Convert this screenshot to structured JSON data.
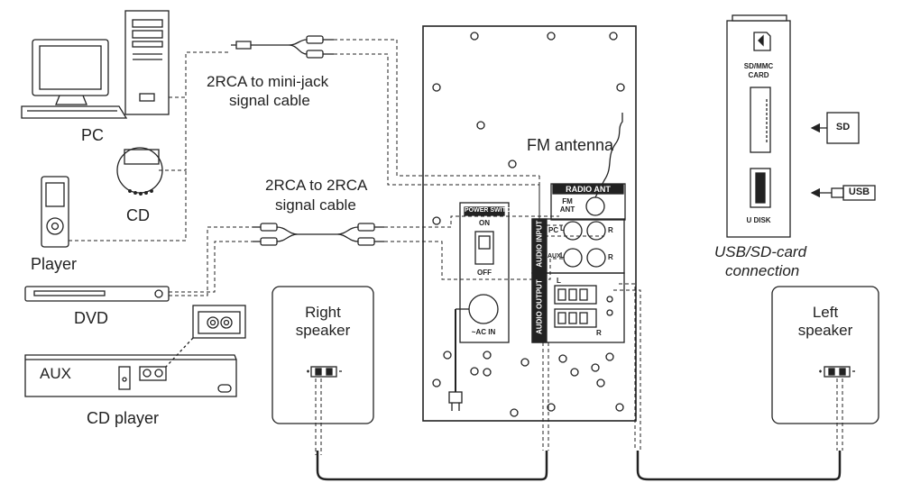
{
  "labels": {
    "pc": "PC",
    "cd": "CD",
    "player": "Player",
    "dvd": "DVD",
    "cd_player": "CD player",
    "aux": "AUX",
    "cable_mini_1": "2RCA to mini-jack",
    "cable_mini_2": "signal cable",
    "cable_rca_1": "2RCA to 2RCA",
    "cable_rca_2": "signal cable",
    "fm_antenna": "FM antenna",
    "radio_ant": "RADIO ANT",
    "fm_ant_1": "FM",
    "fm_ant_2": "ANT",
    "power_switch": "POWER SWITCH",
    "on": "ON",
    "off": "OFF",
    "ac_in": "~AC IN",
    "audio_input": "AUDIO INPUT",
    "audio_output": "AUDIO OUTPUT",
    "pc_in": "PC",
    "aux_in": "AUX",
    "l": "L",
    "r": "R",
    "right_speaker_1": "Right",
    "right_speaker_2": "speaker",
    "left_speaker_1": "Left",
    "left_speaker_2": "speaker",
    "sd_mmc_1": "SD/MMC",
    "sd_mmc_2": "CARD",
    "u_disk": "U DISK",
    "sd": "SD",
    "usb": "USB",
    "usb_sd_1": "USB/SD-card",
    "usb_sd_2": "connection"
  }
}
